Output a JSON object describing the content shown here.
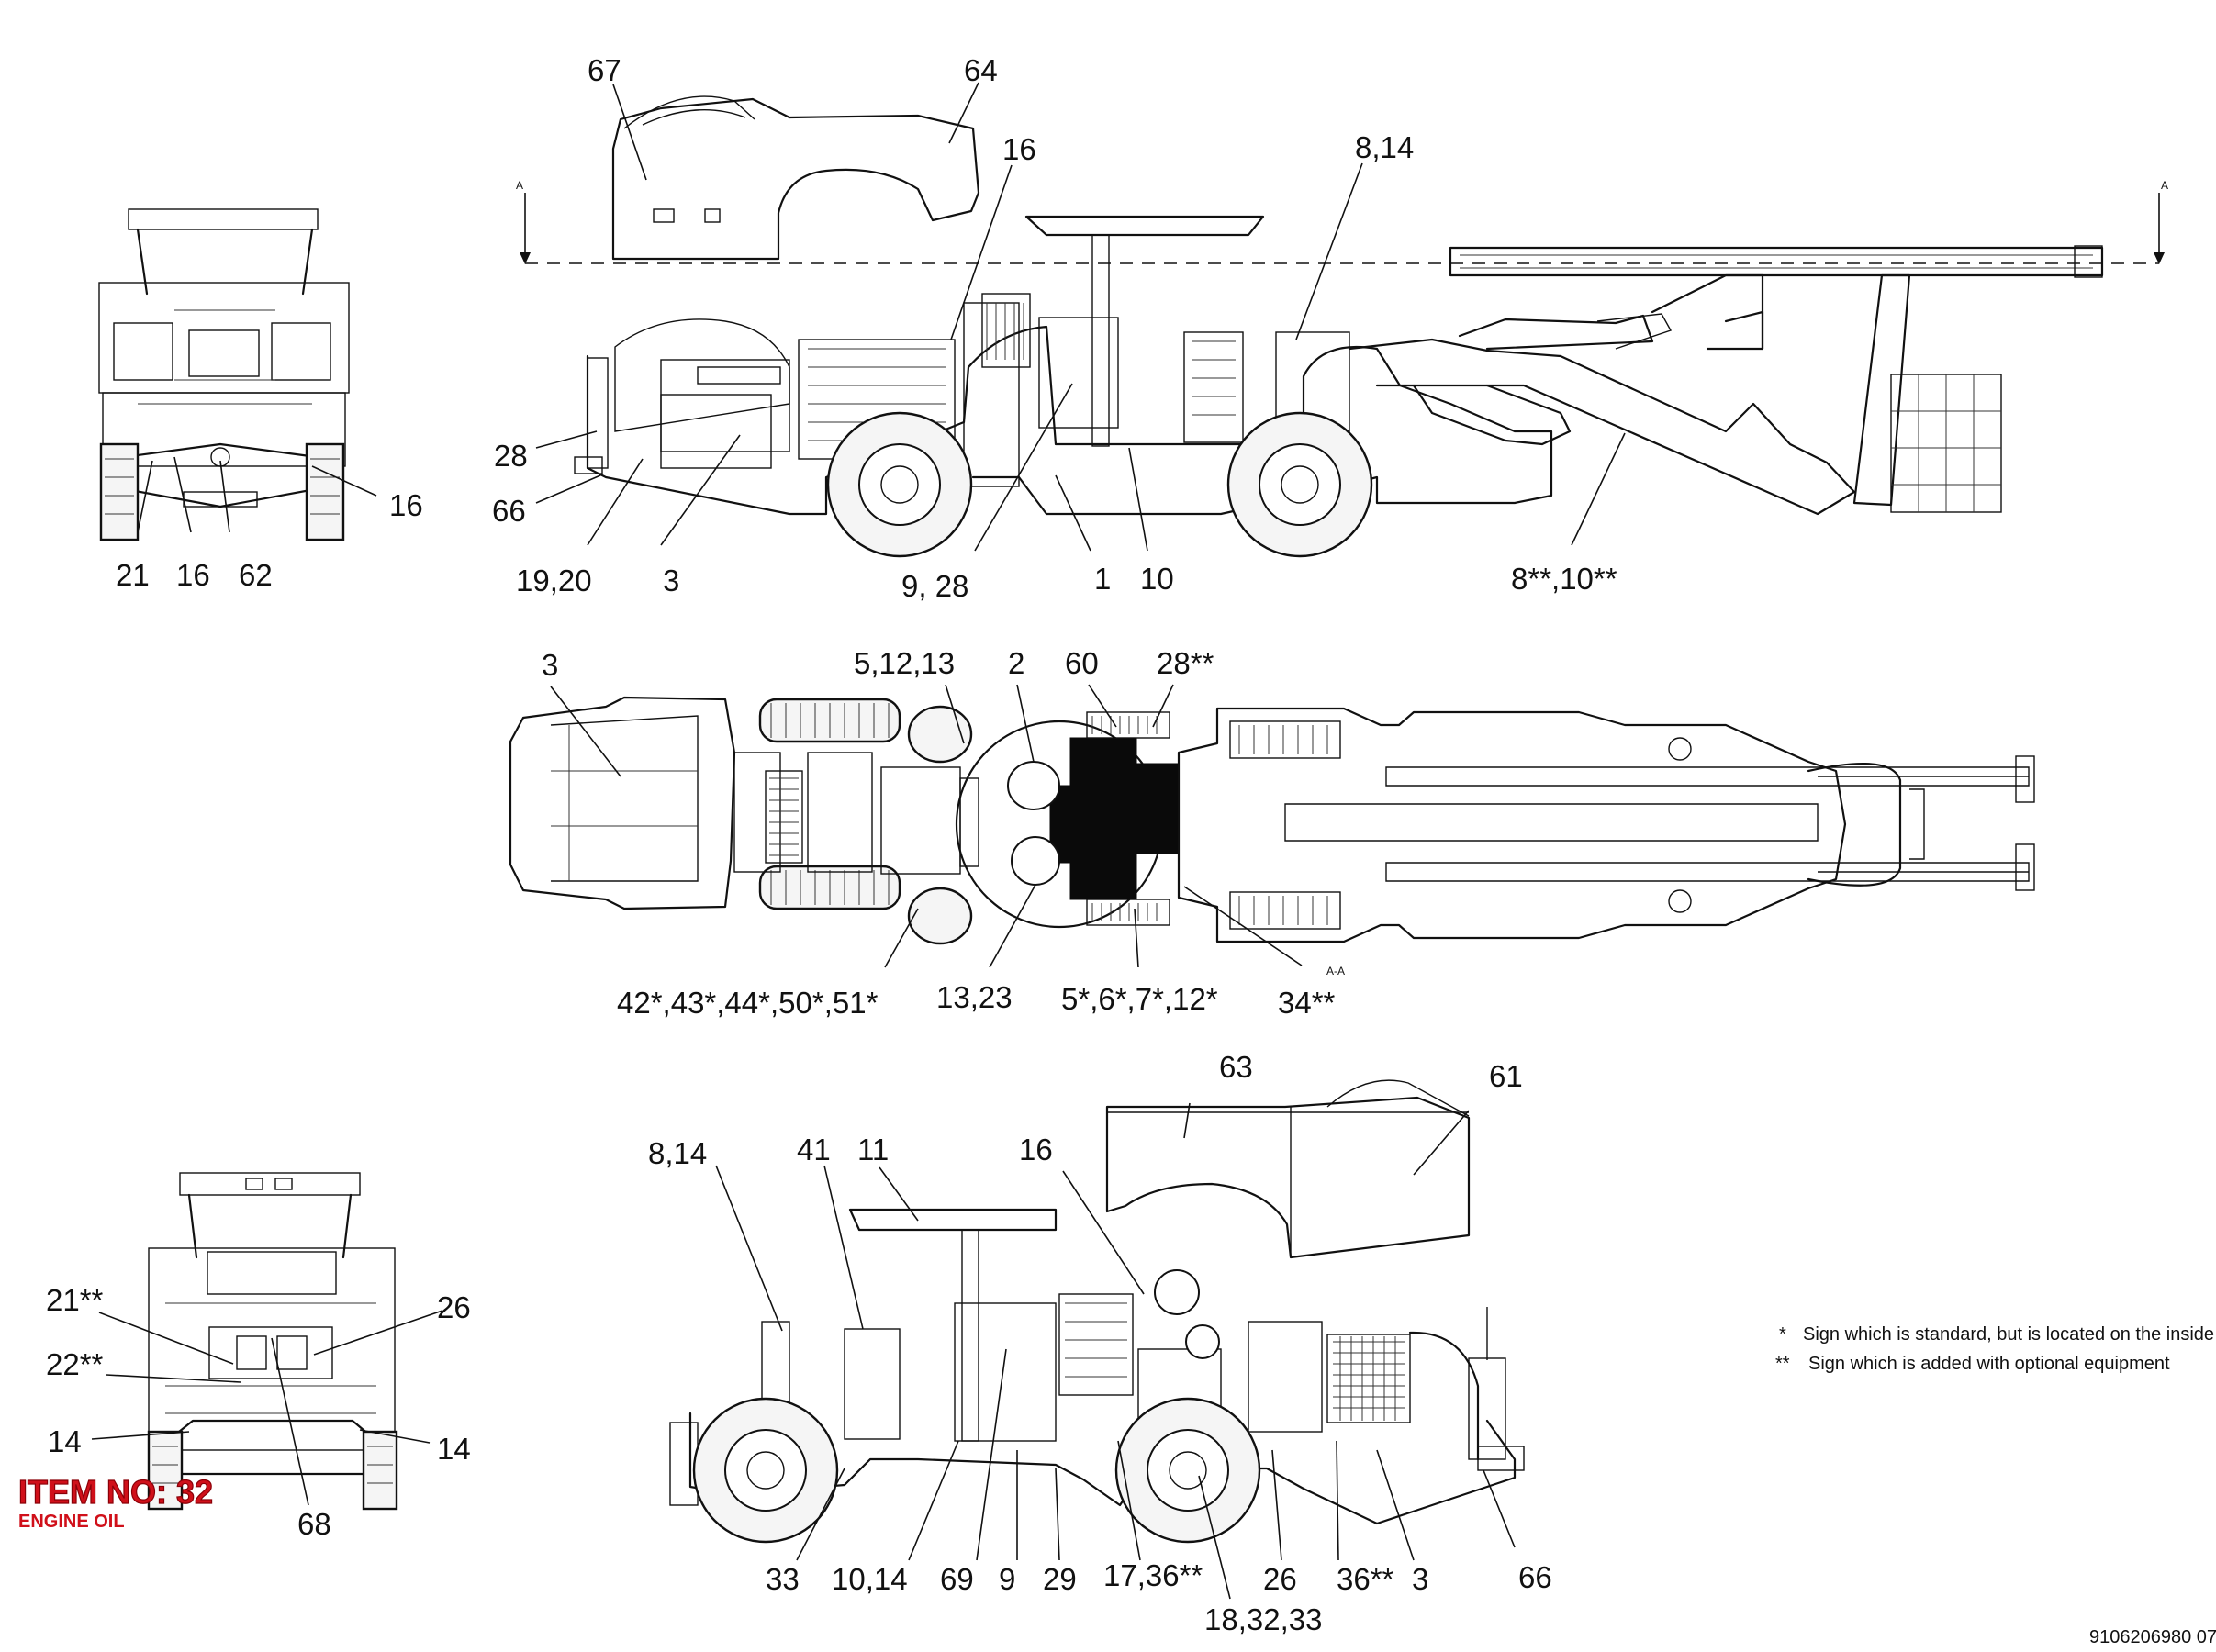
{
  "section_marker": {
    "left": "A",
    "right": "A",
    "view": "A-A"
  },
  "labels": {
    "side_top": {
      "l67": "67",
      "l64": "64",
      "l16": "16",
      "l8_14": "8,14",
      "l28": "28",
      "l66": "66",
      "l19_20": "19,20",
      "l3": "3",
      "l9_28": "9, 28",
      "l1": "1",
      "l10": "10",
      "l8_10": "8**,10**"
    },
    "front_top": {
      "l16": "16",
      "l21": "21",
      "l16b": "16",
      "l62": "62"
    },
    "plan": {
      "l3": "3",
      "l5_12_13": "5,12,13",
      "l2": "2",
      "l60": "60",
      "l28": "28**",
      "l42": "42*,43*,44*,50*,51*",
      "l13_23": "13,23",
      "l5_6_7": "5*,6*,7*,12*",
      "l34": "34**"
    },
    "side_bottom": {
      "l63": "63",
      "l61": "61",
      "l8_14": "8,14",
      "l41": "41",
      "l11": "11",
      "l16": "16",
      "l33": "33",
      "l10_14": "10,14",
      "l69": "69",
      "l9": "9",
      "l29": "29",
      "l17_36": "17,36**",
      "l26": "26",
      "l36": "36**",
      "l3": "3",
      "l66": "66",
      "l18_32_33": "18,32,33"
    },
    "rear_bottom": {
      "l21": "21**",
      "l22": "22**",
      "l26": "26",
      "l14a": "14",
      "l14b": "14",
      "l68": "68"
    }
  },
  "stamp": {
    "title": "ITEM NO: 32",
    "subtitle": "ENGINE OIL"
  },
  "legend": [
    {
      "symbol": "*",
      "text": "Sign which is standard, but is located on the inside"
    },
    {
      "symbol": "**",
      "text": "Sign which is added with optional equipment"
    }
  ],
  "document_number": "9106206980 07"
}
